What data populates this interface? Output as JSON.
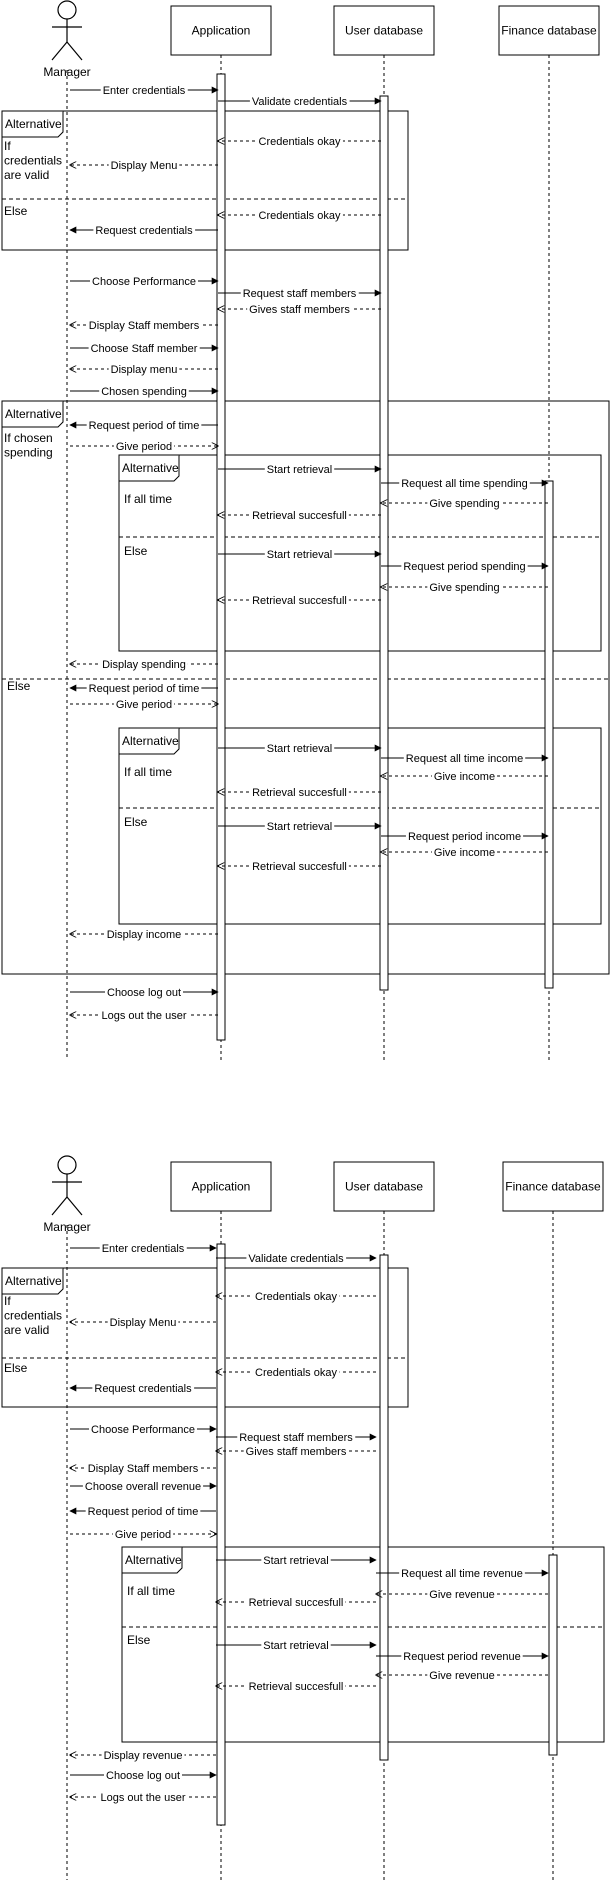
{
  "diagrams": [
    {
      "participants": {
        "actor": "Manager",
        "app": "Application",
        "udb": "User database",
        "fdb": "Finance database"
      },
      "alt_frames": [
        {
          "tag": "Alternative",
          "sections": [
            "If\ncredentials\nare valid",
            "Else"
          ]
        },
        {
          "tag": "Alternative",
          "sections": [
            "If chosen\nspending",
            "Else"
          ]
        },
        {
          "tag": "Alternative",
          "sections": [
            "If all time",
            "Else"
          ]
        },
        {
          "tag": "Alternative",
          "sections": [
            "If all time",
            "Else"
          ]
        }
      ],
      "messages": [
        {
          "from": "actor",
          "to": "app",
          "text": "Enter credentials",
          "style": "solid"
        },
        {
          "from": "app",
          "to": "udb",
          "text": "Validate credentials",
          "style": "solid"
        },
        {
          "from": "udb",
          "to": "app",
          "text": "Credentials okay",
          "style": "dashed"
        },
        {
          "from": "app",
          "to": "actor",
          "text": "Display Menu",
          "style": "dashed"
        },
        {
          "from": "udb",
          "to": "app",
          "text": "Credentials okay",
          "style": "dashed"
        },
        {
          "from": "app",
          "to": "actor",
          "text": "Request credentials",
          "style": "solid"
        },
        {
          "from": "actor",
          "to": "app",
          "text": "Choose Performance",
          "style": "solid"
        },
        {
          "from": "app",
          "to": "udb",
          "text": "Request staff members",
          "style": "solid"
        },
        {
          "from": "udb",
          "to": "app",
          "text": "Gives staff members",
          "style": "dashed"
        },
        {
          "from": "app",
          "to": "actor",
          "text": "Display Staff members",
          "style": "dashed"
        },
        {
          "from": "actor",
          "to": "app",
          "text": "Choose Staff member",
          "style": "solid"
        },
        {
          "from": "app",
          "to": "actor",
          "text": "Display menu",
          "style": "dashed"
        },
        {
          "from": "actor",
          "to": "app",
          "text": "Chosen spending",
          "style": "solid"
        },
        {
          "from": "app",
          "to": "actor",
          "text": "Request period of time",
          "style": "solid"
        },
        {
          "from": "actor",
          "to": "app",
          "text": "Give period",
          "style": "dashed"
        },
        {
          "from": "app",
          "to": "udb",
          "text": "Start retrieval",
          "style": "solid"
        },
        {
          "from": "udb",
          "to": "fdb",
          "text": "Request all time spending",
          "style": "solid"
        },
        {
          "from": "fdb",
          "to": "udb",
          "text": "Give spending",
          "style": "dashed"
        },
        {
          "from": "udb",
          "to": "app",
          "text": "Retrieval succesfull",
          "style": "dashed"
        },
        {
          "from": "app",
          "to": "udb",
          "text": "Start retrieval",
          "style": "solid"
        },
        {
          "from": "udb",
          "to": "fdb",
          "text": "Request period spending",
          "style": "solid"
        },
        {
          "from": "fdb",
          "to": "udb",
          "text": "Give spending",
          "style": "dashed"
        },
        {
          "from": "udb",
          "to": "app",
          "text": "Retrieval succesfull",
          "style": "dashed"
        },
        {
          "from": "app",
          "to": "actor",
          "text": "Display spending",
          "style": "dashed"
        },
        {
          "from": "app",
          "to": "actor",
          "text": "Request period of time",
          "style": "solid"
        },
        {
          "from": "actor",
          "to": "app",
          "text": "Give period",
          "style": "dashed"
        },
        {
          "from": "app",
          "to": "udb",
          "text": "Start retrieval",
          "style": "solid"
        },
        {
          "from": "udb",
          "to": "fdb",
          "text": "Request all time income",
          "style": "solid"
        },
        {
          "from": "fdb",
          "to": "udb",
          "text": "Give income",
          "style": "dashed"
        },
        {
          "from": "udb",
          "to": "app",
          "text": "Retrieval succesfull",
          "style": "dashed"
        },
        {
          "from": "app",
          "to": "udb",
          "text": "Start retrieval",
          "style": "solid"
        },
        {
          "from": "udb",
          "to": "fdb",
          "text": "Request period income",
          "style": "solid"
        },
        {
          "from": "fdb",
          "to": "udb",
          "text": "Give income",
          "style": "dashed"
        },
        {
          "from": "udb",
          "to": "app",
          "text": "Retrieval succesfull",
          "style": "dashed"
        },
        {
          "from": "app",
          "to": "actor",
          "text": "Display income",
          "style": "dashed"
        },
        {
          "from": "actor",
          "to": "app",
          "text": "Choose log out",
          "style": "solid"
        },
        {
          "from": "app",
          "to": "actor",
          "text": "Logs out the user",
          "style": "dashed"
        }
      ]
    },
    {
      "participants": {
        "actor": "Manager",
        "app": "Application",
        "udb": "User database",
        "fdb": "Finance database"
      },
      "alt_frames": [
        {
          "tag": "Alternative",
          "sections": [
            "If\ncredentials\nare valid",
            "Else"
          ]
        },
        {
          "tag": "Alternative",
          "sections": [
            "If all time",
            "Else"
          ]
        }
      ],
      "messages": [
        {
          "from": "actor",
          "to": "app",
          "text": "Enter credentials",
          "style": "solid"
        },
        {
          "from": "app",
          "to": "udb",
          "text": "Validate credentials",
          "style": "solid"
        },
        {
          "from": "udb",
          "to": "app",
          "text": "Credentials okay",
          "style": "dashed"
        },
        {
          "from": "app",
          "to": "actor",
          "text": "Display Menu",
          "style": "dashed"
        },
        {
          "from": "udb",
          "to": "app",
          "text": "Credentials okay",
          "style": "dashed"
        },
        {
          "from": "app",
          "to": "actor",
          "text": "Request credentials",
          "style": "solid"
        },
        {
          "from": "actor",
          "to": "app",
          "text": "Choose Performance",
          "style": "solid"
        },
        {
          "from": "app",
          "to": "udb",
          "text": "Request staff members",
          "style": "solid"
        },
        {
          "from": "udb",
          "to": "app",
          "text": "Gives staff members",
          "style": "dashed"
        },
        {
          "from": "app",
          "to": "actor",
          "text": "Display Staff members",
          "style": "dashed"
        },
        {
          "from": "actor",
          "to": "app",
          "text": "Choose overall revenue",
          "style": "solid"
        },
        {
          "from": "app",
          "to": "actor",
          "text": "Request period of time",
          "style": "solid"
        },
        {
          "from": "actor",
          "to": "app",
          "text": "Give period",
          "style": "dashed"
        },
        {
          "from": "app",
          "to": "udb",
          "text": "Start retrieval",
          "style": "solid"
        },
        {
          "from": "udb",
          "to": "fdb",
          "text": "Request all time revenue",
          "style": "solid"
        },
        {
          "from": "fdb",
          "to": "udb",
          "text": "Give revenue",
          "style": "dashed"
        },
        {
          "from": "udb",
          "to": "app",
          "text": "Retrieval succesfull",
          "style": "dashed"
        },
        {
          "from": "app",
          "to": "udb",
          "text": "Start retrieval",
          "style": "solid"
        },
        {
          "from": "udb",
          "to": "fdb",
          "text": "Request period revenue",
          "style": "solid"
        },
        {
          "from": "fdb",
          "to": "udb",
          "text": "Give revenue",
          "style": "dashed"
        },
        {
          "from": "udb",
          "to": "app",
          "text": "Retrieval succesfull",
          "style": "dashed"
        },
        {
          "from": "app",
          "to": "actor",
          "text": "Display revenue",
          "style": "dashed"
        },
        {
          "from": "actor",
          "to": "app",
          "text": "Choose log out",
          "style": "solid"
        },
        {
          "from": "app",
          "to": "actor",
          "text": "Logs out the user",
          "style": "dashed"
        }
      ]
    }
  ]
}
